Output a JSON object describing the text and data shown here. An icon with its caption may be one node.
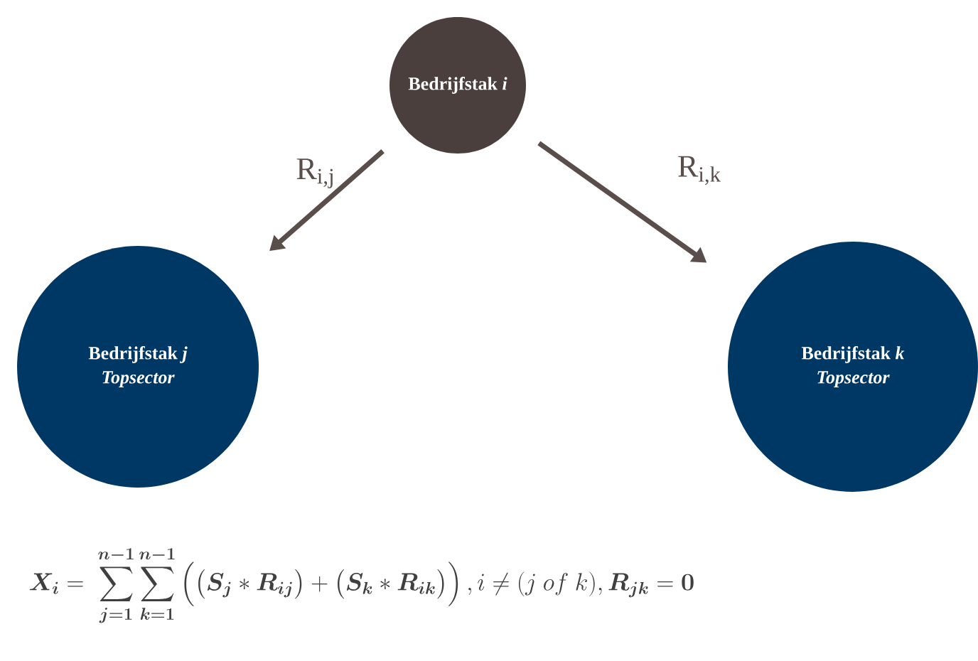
{
  "diagram": {
    "nodes": [
      {
        "text": [
          "Bedrijfstak *i*"
        ]
      },
      {
        "text": [
          "Bedrijfstak *j*",
          "Topsector"
        ]
      },
      {
        "text": [
          "Bedrijfstak *k*",
          "Topsector"
        ]
      }
    ],
    "edges": [
      {
        "from": 0,
        "to": 1,
        "arrow": "to",
        "label": "R$_{i,j}$"
      },
      {
        "from": 0,
        "to": 2,
        "arrow": "to",
        "label": "R$_{i,k}$"
      }
    ],
    "labels": [
      "\\boldsymbol{X_i} =\\; \\sum_{\\boldsymbol{j=1}}^{\\boldsymbol{n-1}}\\sum_{\\boldsymbol{k=1}}^{\\boldsymbol{n-1}}\\Big(\\big(\\boldsymbol{S_j} * \\boldsymbol{R_{ij}}\\big) + \\big(\\boldsymbol{S_k} * \\boldsymbol{R_{ik}}\\big)\\Big)\\,, i \\neq (j\\ of\\ k), \\boldsymbol{R_{jk}} = \\boldsymbol{0}"
    ]
  }
}
